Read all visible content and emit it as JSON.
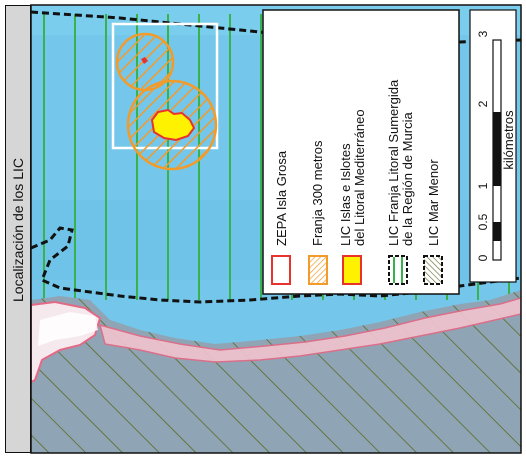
{
  "side_label": "Localización de los LIC",
  "legend": {
    "items": [
      {
        "label": "ZEPA Isla Grosa",
        "swatch": "hollow-red"
      },
      {
        "label": "Franja 300 metros",
        "swatch": "orange-hatch"
      },
      {
        "label": "LIC Islas e Islotes",
        "label2": "del Litoral Mediterráneo",
        "swatch": "yellow-red"
      },
      {
        "label": "LIC Franja Litoral Sumergida",
        "label2": "de la Región de Murcia",
        "swatch": "green-stripe"
      },
      {
        "label": "LIC Mar Menor",
        "swatch": "olive-hatch"
      }
    ]
  },
  "scale_bar": {
    "title": "kilómetros",
    "ticks": [
      "0",
      "0.5",
      "1",
      "2",
      "3"
    ]
  },
  "colors": {
    "sea": "#74c7ea",
    "green_stripes": "#38b24a",
    "orange": "#f39b2a",
    "red": "#e8322c",
    "yellow": "#fff200",
    "olive_hatch": "#6b7a2a",
    "coast": "#e36a86"
  }
}
